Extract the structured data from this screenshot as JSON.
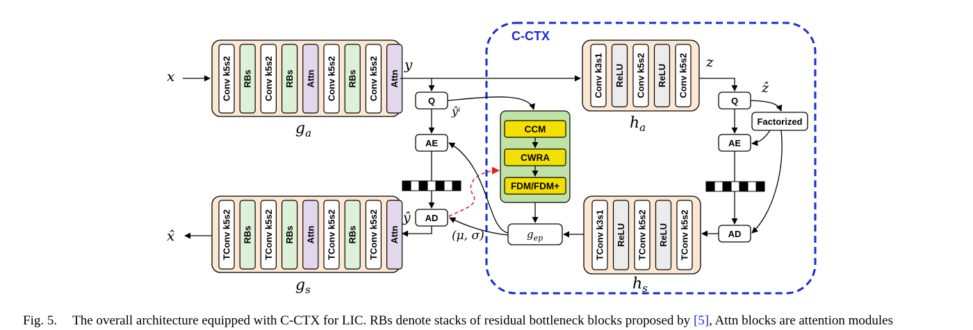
{
  "labels": {
    "x": "x",
    "y": "y",
    "z": "z",
    "z_hat": "ẑ",
    "y_hat_i": "ŷⁱ",
    "y_hat": "ŷ",
    "x_hat": "x̂",
    "mu_sigma": "(μ, σ)",
    "g_a_main": "g",
    "g_a_sub": "a",
    "g_s_main": "g",
    "g_s_sub": "s",
    "h_a_main": "h",
    "h_a_sub": "a",
    "h_s_main": "h",
    "h_s_sub": "s",
    "g_ep_main": "g",
    "g_ep_sub": "ep",
    "cctx": "C-CTX",
    "Q1": "Q",
    "AE1": "AE",
    "AD1": "AD",
    "Q2": "Q",
    "AE2": "AE",
    "AD2": "AD",
    "factorized": "Factorized",
    "ccm": "CCM",
    "cwra": "CWRA",
    "fdm": "FDM/FDM+"
  },
  "ga_blocks": [
    "Conv k5s2",
    "RBs",
    "Conv k5s2",
    "RBs",
    "Attn",
    "Conv k5s2",
    "RBs",
    "Conv k5s2",
    "Attn"
  ],
  "gs_blocks": [
    "TConv k5s2",
    "RBs",
    "TConv k5s2",
    "RBs",
    "Attn",
    "TConv k5s2",
    "RBs",
    "TConv k5s2",
    "Attn"
  ],
  "ha_blocks": [
    "Conv k3s1",
    "ReLU",
    "Conv k5s2",
    "ReLU",
    "Conv k5s2"
  ],
  "hs_blocks": [
    "TConv k3s1",
    "ReLU",
    "TConv k5s2",
    "ReLU",
    "TConv k5s2"
  ],
  "caption": {
    "fig": "Fig. 5.",
    "before_ref": "The overall architecture equipped with C-CTX for LIC. RBs denote stacks of residual bottleneck blocks proposed by ",
    "ref": "[5]",
    "after_ref": ", Attn blocks are attention modules"
  },
  "colors": {
    "conv": "#ffffff",
    "rbs": "#ddf0d8",
    "attn": "#e3d7ee",
    "relu": "#ececec",
    "container": "#fbe7d2",
    "cctx_border": "#1a2ad6",
    "ctx_bg": "#bfe3a6",
    "ctx_block": "#f4e000",
    "dashed_red": "#e02020"
  }
}
